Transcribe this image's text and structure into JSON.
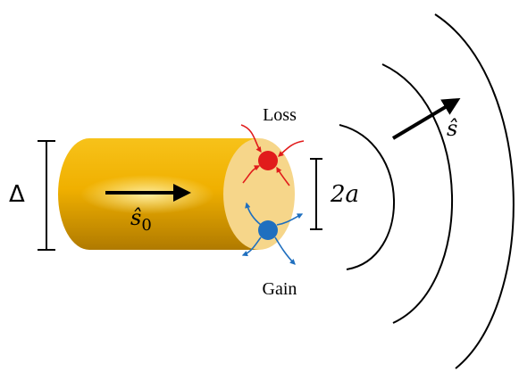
{
  "labels": {
    "loss": "Loss",
    "gain": "Gain",
    "delta": "Δ",
    "radius": "2a",
    "s0_hat": "ŝ",
    "s0_sub": "0",
    "s_hat": "ŝ"
  },
  "colors": {
    "cylinder_body": "#f0b400",
    "cylinder_shadow": "#b87f00",
    "end_cap": "#f6d68a",
    "loss": "#e11b1b",
    "gain": "#1f6fbf",
    "arrow": "#000000",
    "wavefront": "#000000"
  }
}
